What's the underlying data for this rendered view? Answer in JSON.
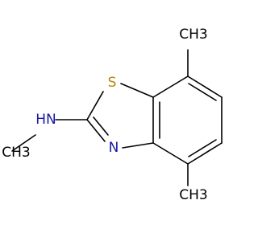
{
  "molecule": {
    "atoms": {
      "methyl_top": "CH3",
      "methyl_bottom": "CH3",
      "methyl_left": "CH3",
      "sulfur": "S",
      "amine": "HN",
      "ring_nitrogen": "N"
    },
    "colors": {
      "bond": "#000000",
      "carbon_text": "#000000",
      "sulfur": "#b8860b",
      "nitrogen": "#1a1aa6"
    }
  }
}
